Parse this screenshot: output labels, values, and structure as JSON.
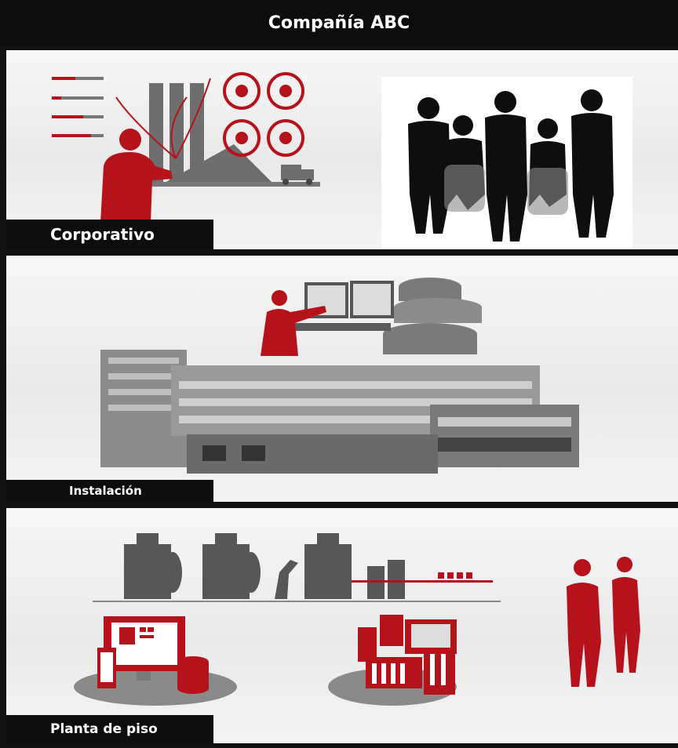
{
  "header": {
    "title": "Compañía ABC"
  },
  "levels": {
    "corporate": {
      "label": "Corporativo"
    },
    "facility": {
      "label": "Instalación"
    },
    "floor": {
      "label": "Planta de piso"
    }
  },
  "colors": {
    "accent": "#b5121b",
    "dark": "#0d0d0d",
    "gray": "#6e6e6e"
  }
}
